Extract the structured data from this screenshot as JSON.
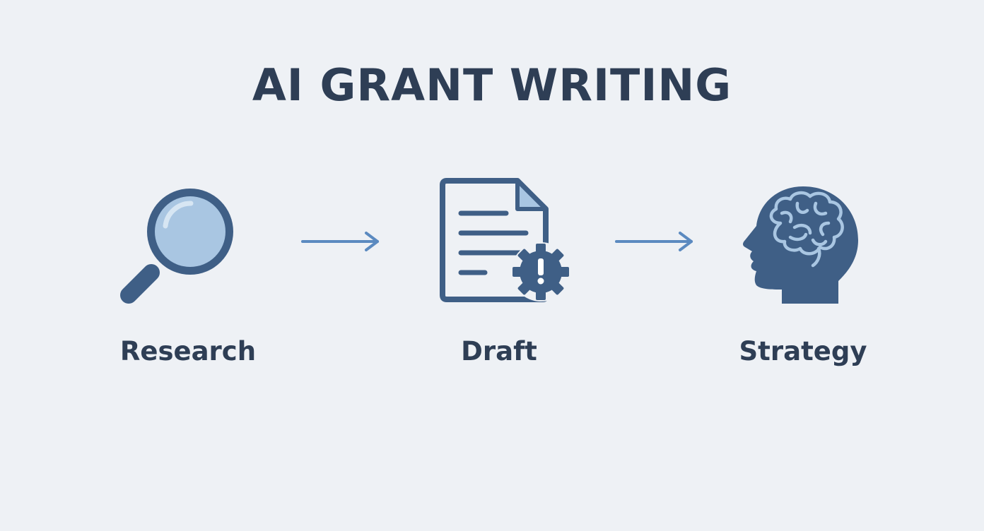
{
  "title": "AI GRANT WRITING",
  "colors": {
    "background": "#eef1f5",
    "text": "#2e3e55",
    "icon_dark": "#3f5f86",
    "icon_light": "#a9c6e2",
    "arrow": "#5b8ac0"
  },
  "steps": [
    {
      "label": "Research",
      "icon": "magnifying-glass-icon"
    },
    {
      "label": "Draft",
      "icon": "document-gear-alert-icon"
    },
    {
      "label": "Strategy",
      "icon": "head-brain-icon"
    }
  ],
  "connectors": [
    "arrow-right-icon",
    "arrow-right-icon"
  ]
}
